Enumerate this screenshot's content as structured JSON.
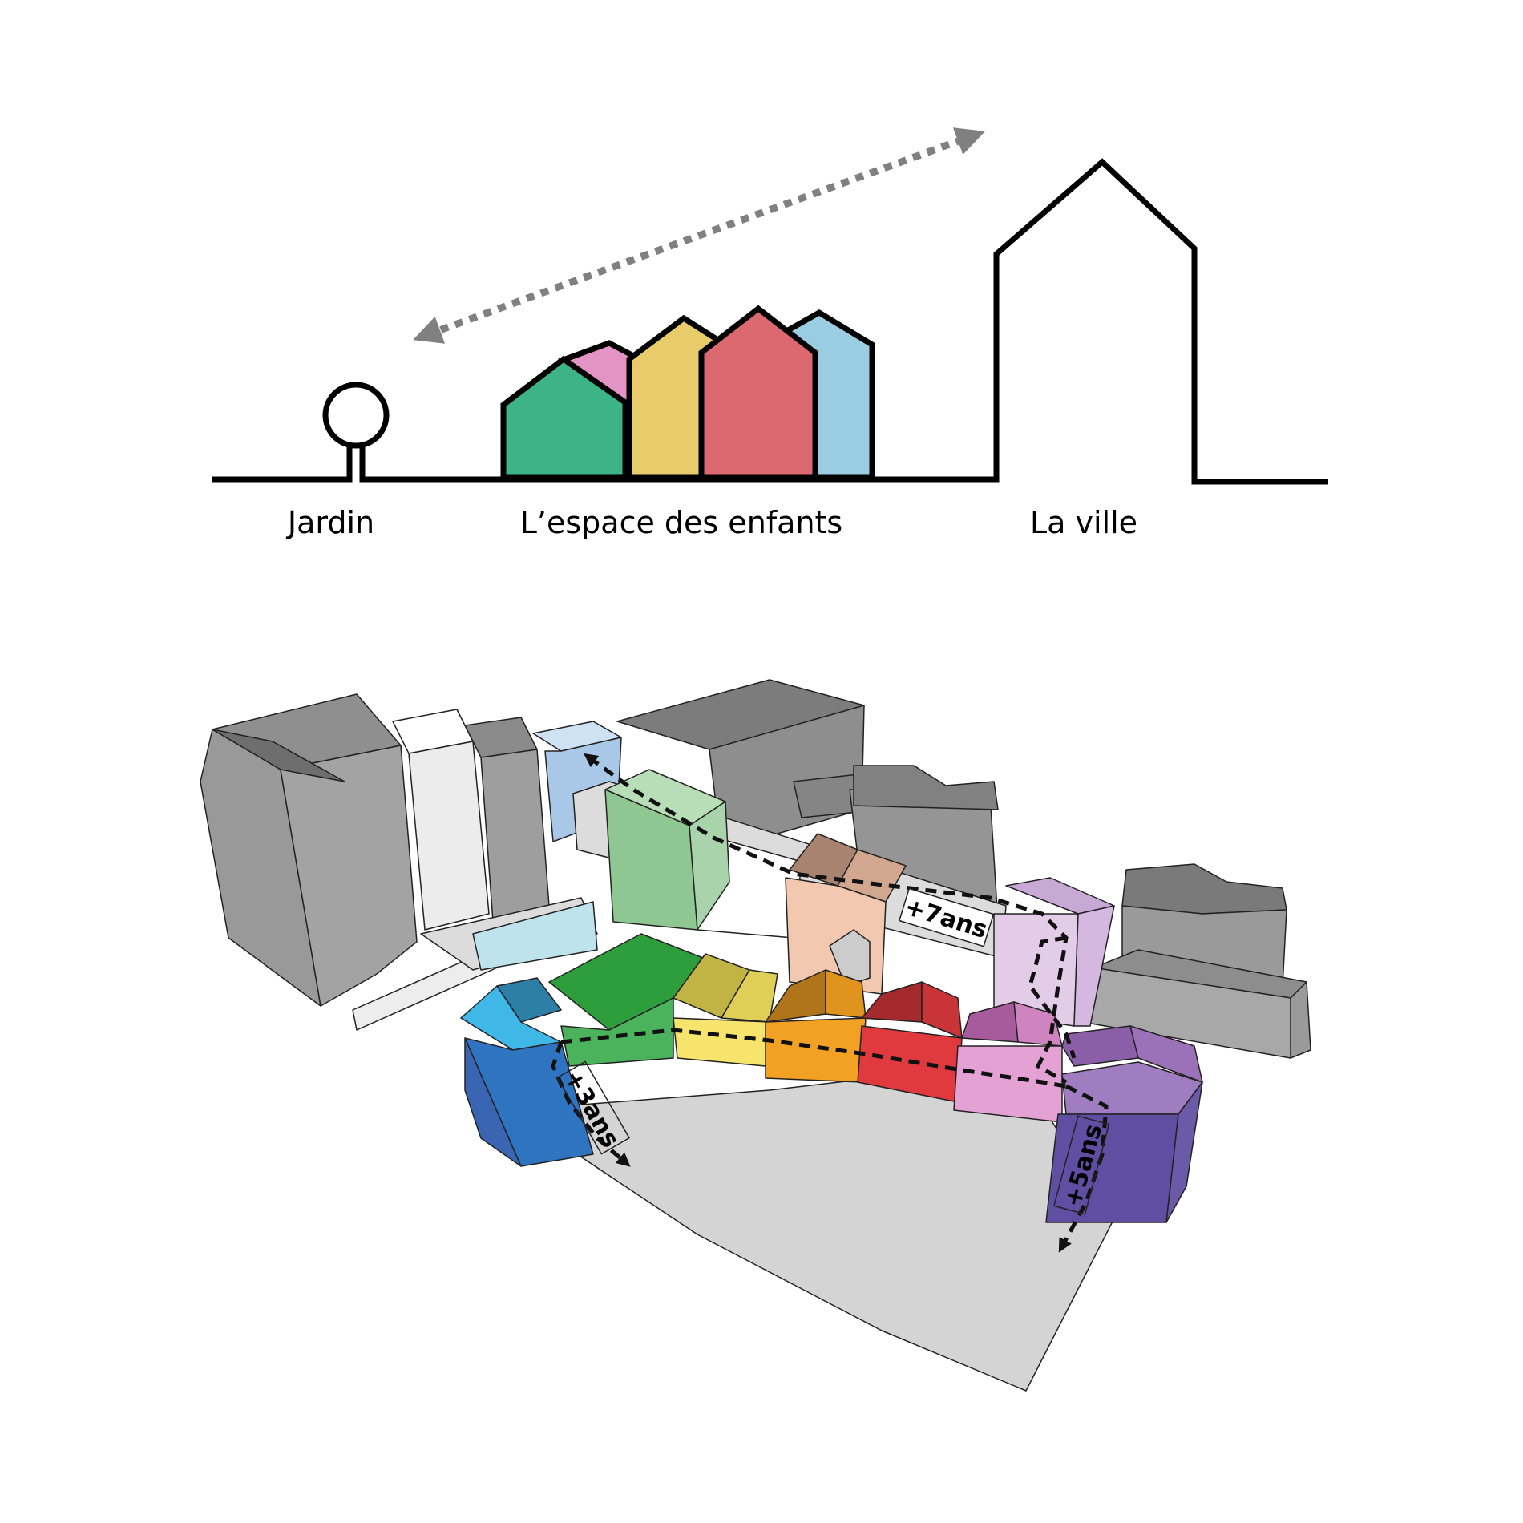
{
  "section_diagram": {
    "labels": {
      "garden": "Jardin",
      "children_space": "L’espace des enfants",
      "city": "La ville"
    },
    "colors": {
      "green": "#3db488",
      "pink": "#e494c4",
      "yellow": "#e8cb6a",
      "red": "#db696f",
      "blue": "#9acde2",
      "arrow": "#808080"
    },
    "icons": [
      "tree-icon",
      "double-arrow-icon"
    ]
  },
  "axonometric": {
    "route_labels": {
      "age_3": "+3ans",
      "age_5": "+5ans",
      "age_7": "+7ans"
    },
    "colors": {
      "cyan_block": "#3fb8e8",
      "green_block": "#3aa64a",
      "yellow_block": "#f1dc5c",
      "orange_block": "#e8951c",
      "red_block": "#d8393c",
      "pink_block": "#d786bf",
      "purple_block": "#8a63ad",
      "ground": "#d4d4d4",
      "context_buildings": "#9a9a9a"
    }
  }
}
